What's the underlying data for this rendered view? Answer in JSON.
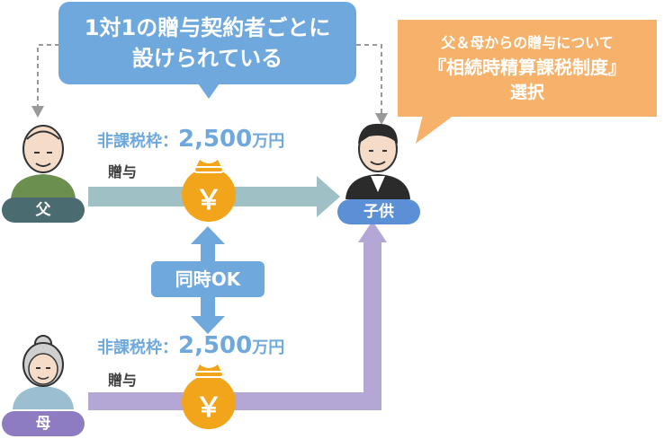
{
  "callout_left": {
    "line1": "1対1の贈与契約者ごとに",
    "line2": "設けられている"
  },
  "callout_right": {
    "line1": "父＆母からの贈与について",
    "line2": "『相続時精算課税制度』",
    "line3": "選択"
  },
  "father": {
    "label": "父"
  },
  "mother": {
    "label": "母"
  },
  "child": {
    "label": "子供"
  },
  "upper_flow": {
    "limit_prefix": "非課税枠：",
    "limit_amount": "2,500",
    "limit_unit": "万円",
    "gift_label": "贈与",
    "coin_symbol": "￥"
  },
  "lower_flow": {
    "limit_prefix": "非課税枠：",
    "limit_amount": "2,500",
    "limit_unit": "万円",
    "gift_label": "贈与",
    "coin_symbol": "￥"
  },
  "simultaneous": {
    "label": "同時OK"
  },
  "colors": {
    "blue": "#6fa8dc",
    "orange": "#f6b26b",
    "teal": "#9fc0c4",
    "purple": "#b4a7d6",
    "child_pill": "#5b8fd6",
    "father_pill": "#4a6b6f",
    "mother_pill": "#8e7cc3",
    "coin": "#f2a51a"
  }
}
